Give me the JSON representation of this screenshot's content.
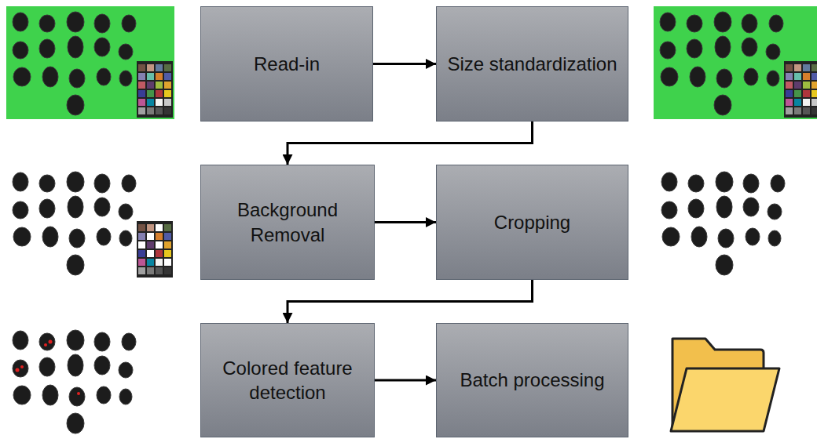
{
  "diagram": {
    "nodes": [
      {
        "text": [
          "Read-in"
        ]
      },
      {
        "text": [
          "Size standardization"
        ]
      },
      {
        "text": [
          "Background Removal"
        ]
      },
      {
        "text": [
          "Cropping"
        ]
      },
      {
        "text": [
          "Colored feature detection"
        ]
      },
      {
        "text": [
          "Batch processing"
        ]
      }
    ],
    "edges": [
      {
        "from": 0,
        "to": 1,
        "arrow": "to"
      },
      {
        "from": 1,
        "to": 2,
        "arrow": "to"
      },
      {
        "from": 2,
        "to": 3,
        "arrow": "to"
      },
      {
        "from": 3,
        "to": 4,
        "arrow": "to"
      },
      {
        "from": 4,
        "to": 5,
        "arrow": "to"
      }
    ]
  }
}
